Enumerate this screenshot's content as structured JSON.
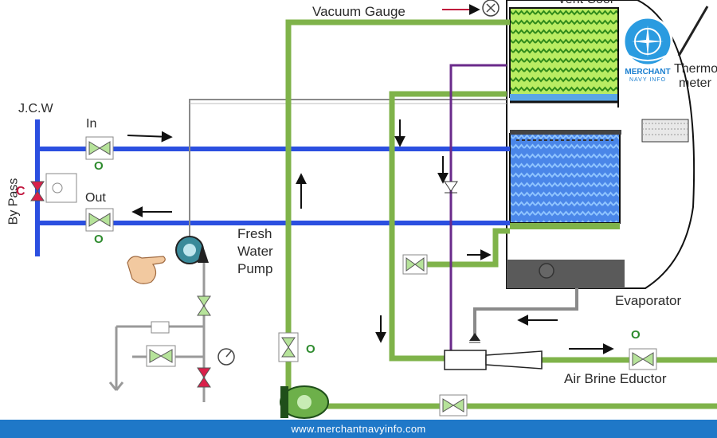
{
  "labels": {
    "vacuum_gauge": "Vacuum Gauge",
    "vent_cool": "Vent Cool",
    "thermometer_line1": "Thermo",
    "thermometer_line2": "meter",
    "jcw": "J.C.W",
    "in": "In",
    "out": "Out",
    "by_pass": "By Pass",
    "fresh_water_pump_line1": "Fresh",
    "fresh_water_pump_line2": "Water",
    "fresh_water_pump_line3": "Pump",
    "evaporator": "Evaporator",
    "air_brine_eductor": "Air Brine Eductor"
  },
  "valve_marks": {
    "open": "O",
    "closed": "C"
  },
  "logo": {
    "brand": "MERCHANT",
    "sub": "NAVY INFO"
  },
  "footer": {
    "url": "www.merchantnavyinfo.com"
  },
  "colors": {
    "jcw_pipe": "#2b4fe0",
    "fresh_water_pipe": "#7fb34a",
    "gray_pipe": "#8a8a8a",
    "purple_pipe": "#6a2a8a",
    "valve_open": "#b6e39a",
    "valve_closed": "#d9204a",
    "condenser_coil": "#9be03a",
    "heater_coil": "#3a6fd8",
    "footer_bar": "#1f78c8"
  }
}
